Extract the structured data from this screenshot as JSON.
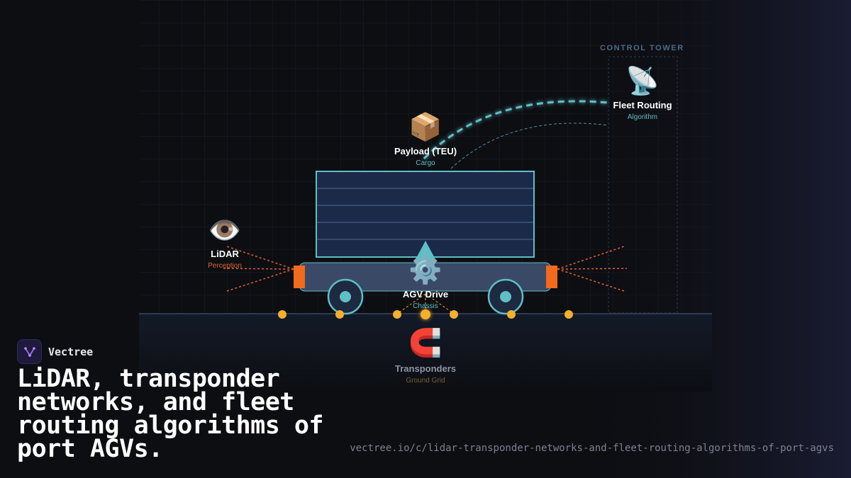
{
  "diagram": {
    "tower_title": "CONTROL TOWER",
    "nodes": {
      "payload": {
        "icon": "package-icon",
        "glyph": "📦",
        "title": "Payload (TEU)",
        "subtitle": "Cargo",
        "subtitle_color": "#5fbfc6"
      },
      "fleet": {
        "icon": "satellite-dish-icon",
        "glyph": "📡",
        "title": "Fleet Routing",
        "subtitle": "Algorithm",
        "subtitle_color": "#5fbfc6"
      },
      "lidar": {
        "icon": "eye-icon",
        "glyph": "👁️",
        "title": "LiDAR",
        "subtitle": "Perception",
        "subtitle_color": "#e0632a"
      },
      "drive": {
        "icon": "gear-icon",
        "glyph": "⚙️",
        "title": "AGV Drive",
        "subtitle": "Chassis",
        "subtitle_color": "#5fbfc6"
      },
      "transponders": {
        "icon": "magnet-icon",
        "glyph": "🧲",
        "title": "Transponders",
        "subtitle": "Ground Grid",
        "subtitle_color": "#8a6a3a"
      }
    },
    "colors": {
      "teal": "#5fbfc6",
      "orange": "#f26a1b",
      "gold": "#f2b02e",
      "container": "#1c2a4a",
      "chassis": "#3a4a66"
    }
  },
  "brand": {
    "name": "Vectree"
  },
  "headline": "LiDAR, transponder networks, and fleet routing algorithms of port AGVs.",
  "url": "vectree.io/c/lidar-transponder-networks-and-fleet-routing-algorithms-of-port-agvs"
}
